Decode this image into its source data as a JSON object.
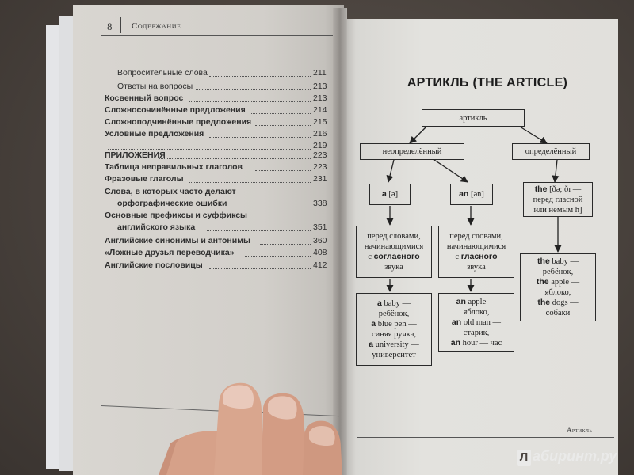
{
  "left_page": {
    "page_number": "8",
    "running_head": "Содержание",
    "toc": [
      {
        "text": "Вопросительные слова",
        "page": "211",
        "bold": false,
        "indent": true
      },
      {
        "text": "Ответы на вопросы",
        "page": "213",
        "bold": false,
        "indent": true
      },
      {
        "text": "Косвенный вопрос",
        "page": "213",
        "bold": true,
        "indent": false
      },
      {
        "text": "Сложносочинённые предложения",
        "page": "214",
        "bold": true,
        "indent": false
      },
      {
        "text": "Сложноподчинённые предложения",
        "page": "215",
        "bold": true,
        "indent": false
      },
      {
        "text": "Условные предложения",
        "page": "216",
        "bold": true,
        "indent": false
      },
      {
        "text": "",
        "page": "219",
        "bold": false,
        "indent": false
      },
      {
        "text": "ПРИЛОЖЕНИЯ",
        "page": "223",
        "bold": true,
        "indent": false
      },
      {
        "text": "Таблица неправильных глаголов",
        "page": "223",
        "bold": true,
        "indent": false
      },
      {
        "text": "Фразовые глаголы",
        "page": "231",
        "bold": true,
        "indent": false
      },
      {
        "text": "Слова, в которых часто делают",
        "page": "",
        "bold": true,
        "indent": false
      },
      {
        "text": "орфографические ошибки",
        "page": "338",
        "bold": true,
        "indent": true
      },
      {
        "text": "Основные префиксы и суффиксы",
        "page": "",
        "bold": true,
        "indent": false
      },
      {
        "text": "английского языка",
        "page": "351",
        "bold": true,
        "indent": true
      },
      {
        "text": "Английские синонимы и антонимы",
        "page": "360",
        "bold": true,
        "indent": false
      },
      {
        "text": "«Ложные друзья переводчика»",
        "page": "408",
        "bold": true,
        "indent": false
      },
      {
        "text": "Английские пословицы",
        "page": "412",
        "bold": true,
        "indent": false
      }
    ]
  },
  "right_page": {
    "title": "АРТИКЛЬ (THE ARTICLE)",
    "running_foot": "Артикль",
    "root": "артикль",
    "indefinite": {
      "label": "неопределённый",
      "a_form": {
        "word": "a",
        "ipa": "[ə]"
      },
      "an_form": {
        "word": "an",
        "ipa": "[ən]"
      },
      "a_rule": [
        "перед словами,",
        "начинающимися",
        "с согласного",
        "звука"
      ],
      "a_rule_bold_word": "согласного",
      "an_rule": [
        "перед словами,",
        "начинающимися",
        "с гласного",
        "звука"
      ],
      "an_rule_bold_word": "гласного",
      "a_examples": [
        {
          "art": "a",
          "word": "baby —",
          "tr": "ребёнок,"
        },
        {
          "art": "a",
          "word": "blue pen —",
          "tr": "синяя ручка,"
        },
        {
          "art": "a",
          "word": "university —",
          "tr": "университет"
        }
      ],
      "an_examples": [
        {
          "art": "an",
          "word": "apple —",
          "tr": "яблоко,"
        },
        {
          "art": "an",
          "word": "old man —",
          "tr": "старик,"
        },
        {
          "art": "an",
          "word": "hour — час",
          "tr": ""
        }
      ]
    },
    "definite": {
      "label": "определённый",
      "the_form": {
        "word": "the",
        "ipa": "[ðə; ðɪ —"
      },
      "the_rule": [
        "перед гласной",
        "или немым h]"
      ],
      "the_examples": [
        {
          "art": "the",
          "word": "baby —",
          "tr": "ребёнок,"
        },
        {
          "art": "the",
          "word": "apple —",
          "tr": "яблоко,"
        },
        {
          "art": "the",
          "word": "dogs —",
          "tr": "собаки"
        }
      ]
    }
  },
  "watermark": {
    "badge": "Л",
    "text": "абиринт.ру"
  },
  "colors": {
    "page": "#e1e0dc",
    "ink": "#222222",
    "background": "#4a4440",
    "skin": "#d8a58c"
  }
}
